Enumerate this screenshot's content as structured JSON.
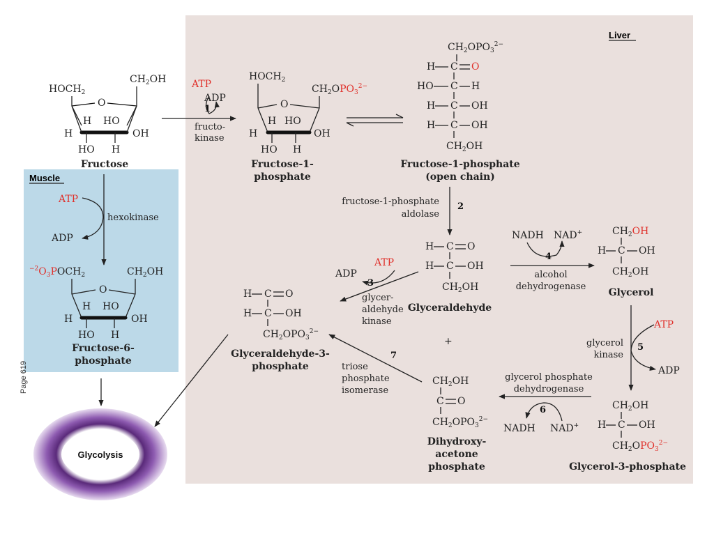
{
  "regions": {
    "liver": {
      "label": "Liver",
      "color": "#eae0dd"
    },
    "muscle": {
      "label": "Muscle",
      "color": "#bcd9e8"
    }
  },
  "page_note": "Page 619",
  "cofactors": {
    "atp": "ATP",
    "adp": "ADP",
    "nadh": "NADH",
    "nad": "NAD⁺"
  },
  "step_numbers": {
    "s1": "1",
    "s2": "2",
    "s3": "3",
    "s4": "4",
    "s5": "5",
    "s6": "6",
    "s7": "7"
  },
  "enzymes": {
    "fructokinase_a": "fructo-",
    "fructokinase_b": "kinase",
    "hexokinase": "hexokinase",
    "aldolase_a": "fructose-1-phosphate",
    "aldolase_b": "aldolase",
    "glyceraldehyde_kinase_a": "glycer-",
    "glyceraldehyde_kinase_b": "aldehyde",
    "glyceraldehyde_kinase_c": "kinase",
    "alcohol_dh_a": "alcohol",
    "alcohol_dh_b": "dehydrogenase",
    "glycerol_kinase_a": "glycerol",
    "glycerol_kinase_b": "kinase",
    "g3p_dh_a": "glycerol phosphate",
    "g3p_dh_b": "dehydrogenase",
    "tpi_a": "triose",
    "tpi_b": "phosphate",
    "tpi_c": "isomerase"
  },
  "compounds": {
    "fructose": "Fructose",
    "f1p_a": "Fructose-1-",
    "f1p_b": "phosphate",
    "f1p_open_a": "Fructose-1-phosphate",
    "f1p_open_b": "(open chain)",
    "f6p_a": "Fructose-6-",
    "f6p_b": "phosphate",
    "glyceraldehyde": "Glyceraldehyde",
    "glycerol": "Glycerol",
    "g3p_ald_a": "Glyceraldehyde-3-",
    "g3p_ald_b": "phosphate",
    "dhap_a": "Dihydroxy-",
    "dhap_b": "acetone",
    "dhap_c": "phosphate",
    "glycerol3p": "Glycerol-3-phosphate",
    "glycolysis": "Glycolysis"
  },
  "plus": "+",
  "fragments": {
    "hoch2": "HOCH",
    "ch2oh": "CH",
    "ch2o": "CH",
    "h": "H",
    "ho": "HO",
    "oh": "OH",
    "o_ring": "O",
    "c": "C",
    "po3": "PO",
    "o3p": "O",
    "p": "P"
  }
}
